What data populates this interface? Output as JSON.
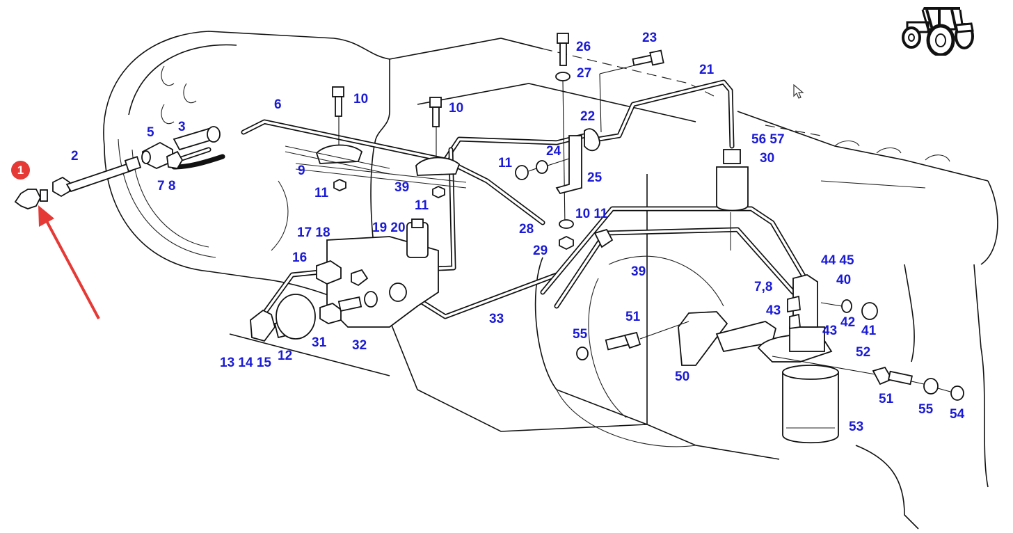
{
  "diagram": {
    "subject": "Tractor transmission oil pressure sender and lubrication pipework (exploded parts view)",
    "label_color": "#1a1ad6",
    "highlight": {
      "badge_text": "1",
      "badge_color": "#e53935",
      "arrow_color": "#e53935",
      "points_to_part": "1"
    },
    "icons": {
      "vehicle": "tractor-icon",
      "pointer": "mouse-cursor-icon"
    },
    "callouts": [
      {
        "id": "c2",
        "text": "2"
      },
      {
        "id": "c3",
        "text": "3"
      },
      {
        "id": "c5",
        "text": "5"
      },
      {
        "id": "c78a",
        "text": "7 8"
      },
      {
        "id": "c6",
        "text": "6"
      },
      {
        "id": "c9",
        "text": "9"
      },
      {
        "id": "c10a",
        "text": "10"
      },
      {
        "id": "c10b",
        "text": "10"
      },
      {
        "id": "c11a",
        "text": "11"
      },
      {
        "id": "c11b",
        "text": "11"
      },
      {
        "id": "c11c",
        "text": "11"
      },
      {
        "id": "c39a",
        "text": "39"
      },
      {
        "id": "c26",
        "text": "26"
      },
      {
        "id": "c27",
        "text": "27"
      },
      {
        "id": "c23",
        "text": "23"
      },
      {
        "id": "c21",
        "text": "21"
      },
      {
        "id": "c22",
        "text": "22"
      },
      {
        "id": "c24",
        "text": "24"
      },
      {
        "id": "c25",
        "text": "25"
      },
      {
        "id": "c5657",
        "text": "56 57"
      },
      {
        "id": "c30",
        "text": "30"
      },
      {
        "id": "c1718",
        "text": "17 18"
      },
      {
        "id": "c1920",
        "text": "19 20"
      },
      {
        "id": "c16",
        "text": "16"
      },
      {
        "id": "c31",
        "text": "31"
      },
      {
        "id": "c32",
        "text": "32"
      },
      {
        "id": "c12",
        "text": "12"
      },
      {
        "id": "c131415",
        "text": "13 14 15"
      },
      {
        "id": "c33",
        "text": "33"
      },
      {
        "id": "c28",
        "text": "28"
      },
      {
        "id": "c29",
        "text": "29"
      },
      {
        "id": "c1011",
        "text": "10 11"
      },
      {
        "id": "c39b",
        "text": "39"
      },
      {
        "id": "c51a",
        "text": "51"
      },
      {
        "id": "c55a",
        "text": "55"
      },
      {
        "id": "c50",
        "text": "50"
      },
      {
        "id": "c4445",
        "text": "44 45"
      },
      {
        "id": "c40",
        "text": "40"
      },
      {
        "id": "c78b",
        "text": "7,8"
      },
      {
        "id": "c43a",
        "text": "43"
      },
      {
        "id": "c43b",
        "text": "43"
      },
      {
        "id": "c42",
        "text": "42"
      },
      {
        "id": "c41",
        "text": "41"
      },
      {
        "id": "c52",
        "text": "52"
      },
      {
        "id": "c51b",
        "text": "51"
      },
      {
        "id": "c55b",
        "text": "55"
      },
      {
        "id": "c54",
        "text": "54"
      },
      {
        "id": "c53",
        "text": "53"
      }
    ]
  }
}
